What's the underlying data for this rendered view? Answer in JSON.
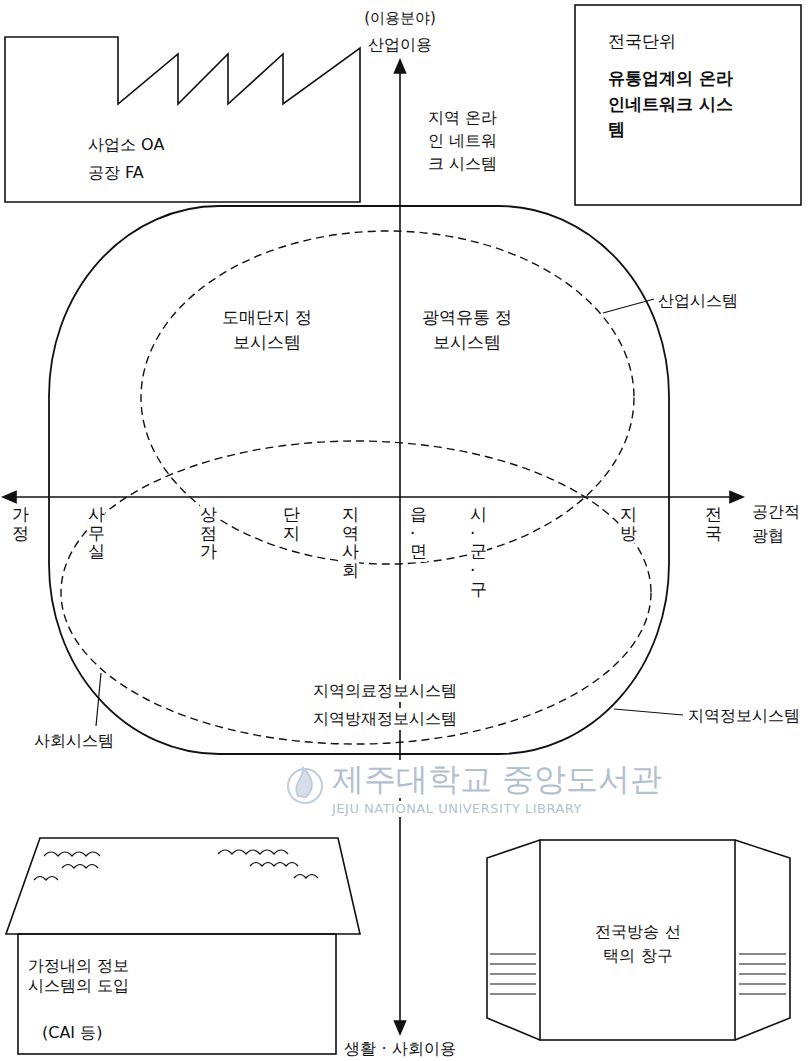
{
  "diagram": {
    "nodes": [
      {
        "text": [
          "사업소 OA",
          "공장 FA"
        ]
      },
      {
        "text": [
          "전국단위",
          "유통업계의 온라인네트워크 시스템"
        ]
      },
      {
        "text": [
          "지역정보시스템"
        ]
      },
      {
        "text": [
          "산업시스템",
          "도매단지 정보시스템",
          "광역유통 정보시스템"
        ],
        "in": 2
      },
      {
        "text": [
          "사회시스템",
          "지역의료정보시스템",
          "지역방재정보시스템"
        ],
        "in": 2
      },
      {
        "text": [
          "가정내의 정보시스템의 도입",
          "(CAI 등)"
        ]
      },
      {
        "text": [
          "전국방송 선택의 창구"
        ]
      }
    ],
    "labels": [
      "(이용분야)",
      "산업이용",
      "지역 온라인 네트워크 시스템",
      "가정",
      "사무실",
      "상점가",
      "단지",
      "지역사회",
      "읍·면",
      "시·군·구",
      "지방",
      "전국",
      "공간적 광협",
      "생활 · 사회이용",
      "제주대학교 중앙도서관",
      "JEJU NATIONAL UNIVERSITY LIBRARY"
    ]
  }
}
